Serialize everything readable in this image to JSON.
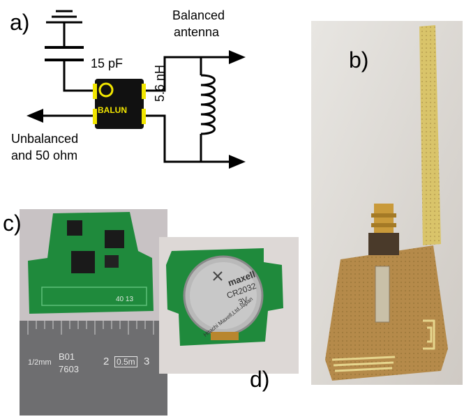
{
  "panels": {
    "a": {
      "label": "a)",
      "capacitor_value": "15  pF",
      "balun_text": "BALUN",
      "inductor_value": "5.6 nH",
      "output_label_line1": "Balanced",
      "output_label_line2": "antenna",
      "input_label_line1": "Unbalanced",
      "input_label_line2": "and 50 ohm"
    },
    "b": {
      "label": "b)"
    },
    "c": {
      "label": "c)",
      "board_marking": "40 13",
      "ruler_mark_1": "1/2mm",
      "ruler_mark_2": "B01",
      "ruler_mark_3": "7603",
      "ruler_mark_4": "2",
      "ruler_mark_5": "0.5m",
      "ruler_mark_6": "3"
    },
    "d": {
      "label": "d)",
      "battery_brand": "maxell",
      "battery_model": "CR2032",
      "battery_voltage": "3V",
      "battery_maker": "Hitachi Maxell,Ltd.Japan"
    }
  },
  "colors": {
    "balun_body": "#111111",
    "balun_pads": "#f2e600",
    "pcb_green": "#1f8a3c",
    "antenna_substrate": "#d9c46a",
    "copper": "#b07a3c"
  }
}
